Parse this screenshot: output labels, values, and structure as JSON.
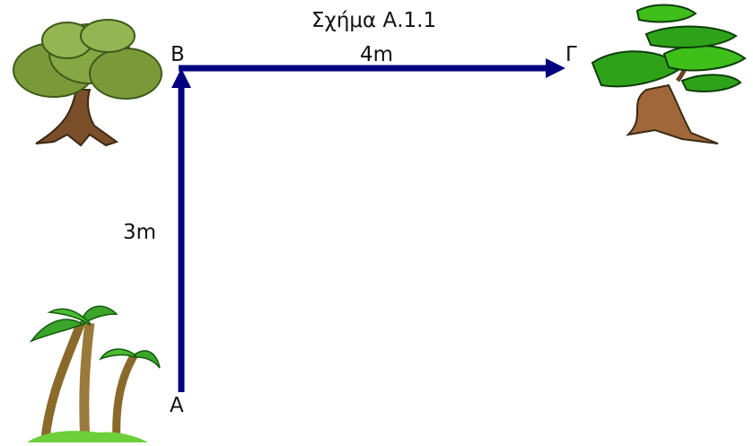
{
  "figure": {
    "title": "Σχήμα  Α.1.1",
    "points": {
      "A": "Α",
      "B": "Β",
      "G": "Γ"
    },
    "segments": {
      "AB_length": "3m",
      "BG_length": "4m"
    },
    "colors": {
      "arrow": "#000080",
      "leaf_dark": "#2f8a1f",
      "leaf_light": "#3fbf1a",
      "trunk": "#8b5a2b",
      "palm_leaf": "#3aa52a",
      "palm_trunk": "#9a7a3a",
      "oak_canopy": "#7a9a3a"
    },
    "icons": {
      "start_tree": "palm-tree-icon",
      "corner_tree": "oak-tree-icon",
      "end_tree": "bonsai-tree-icon"
    }
  }
}
